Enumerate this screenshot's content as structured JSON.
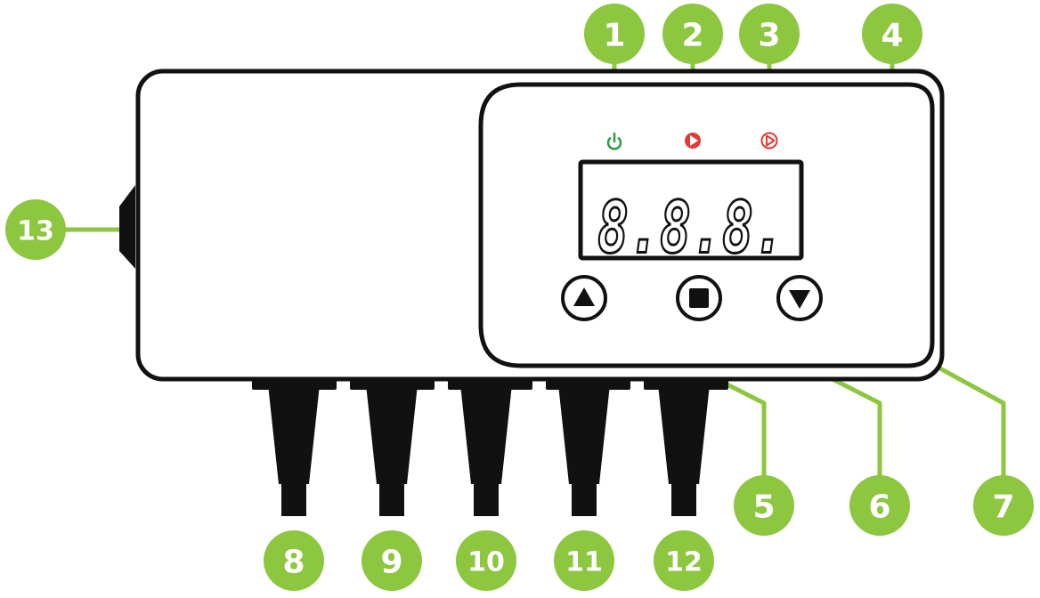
{
  "display": {
    "readout": "8.8.8."
  },
  "indicators": [
    {
      "name": "power-indicator-icon",
      "color": "#2a9d3f"
    },
    {
      "name": "pump-on-indicator-icon",
      "color": "#e53935"
    },
    {
      "name": "pump-mode-indicator-icon",
      "color": "#e53935"
    }
  ],
  "buttons": [
    {
      "name": "up-button",
      "icon": "triangle-up-icon"
    },
    {
      "name": "menu-stop-button",
      "icon": "square-icon"
    },
    {
      "name": "down-button",
      "icon": "triangle-down-icon"
    }
  ],
  "callouts": [
    "1",
    "2",
    "3",
    "4",
    "5",
    "6",
    "7",
    "8",
    "9",
    "10",
    "11",
    "12",
    "13"
  ],
  "colors": {
    "callout": "#8dc63f",
    "body_outline": "#111111",
    "body_fill": "#ffffff",
    "cable": "#111111"
  }
}
